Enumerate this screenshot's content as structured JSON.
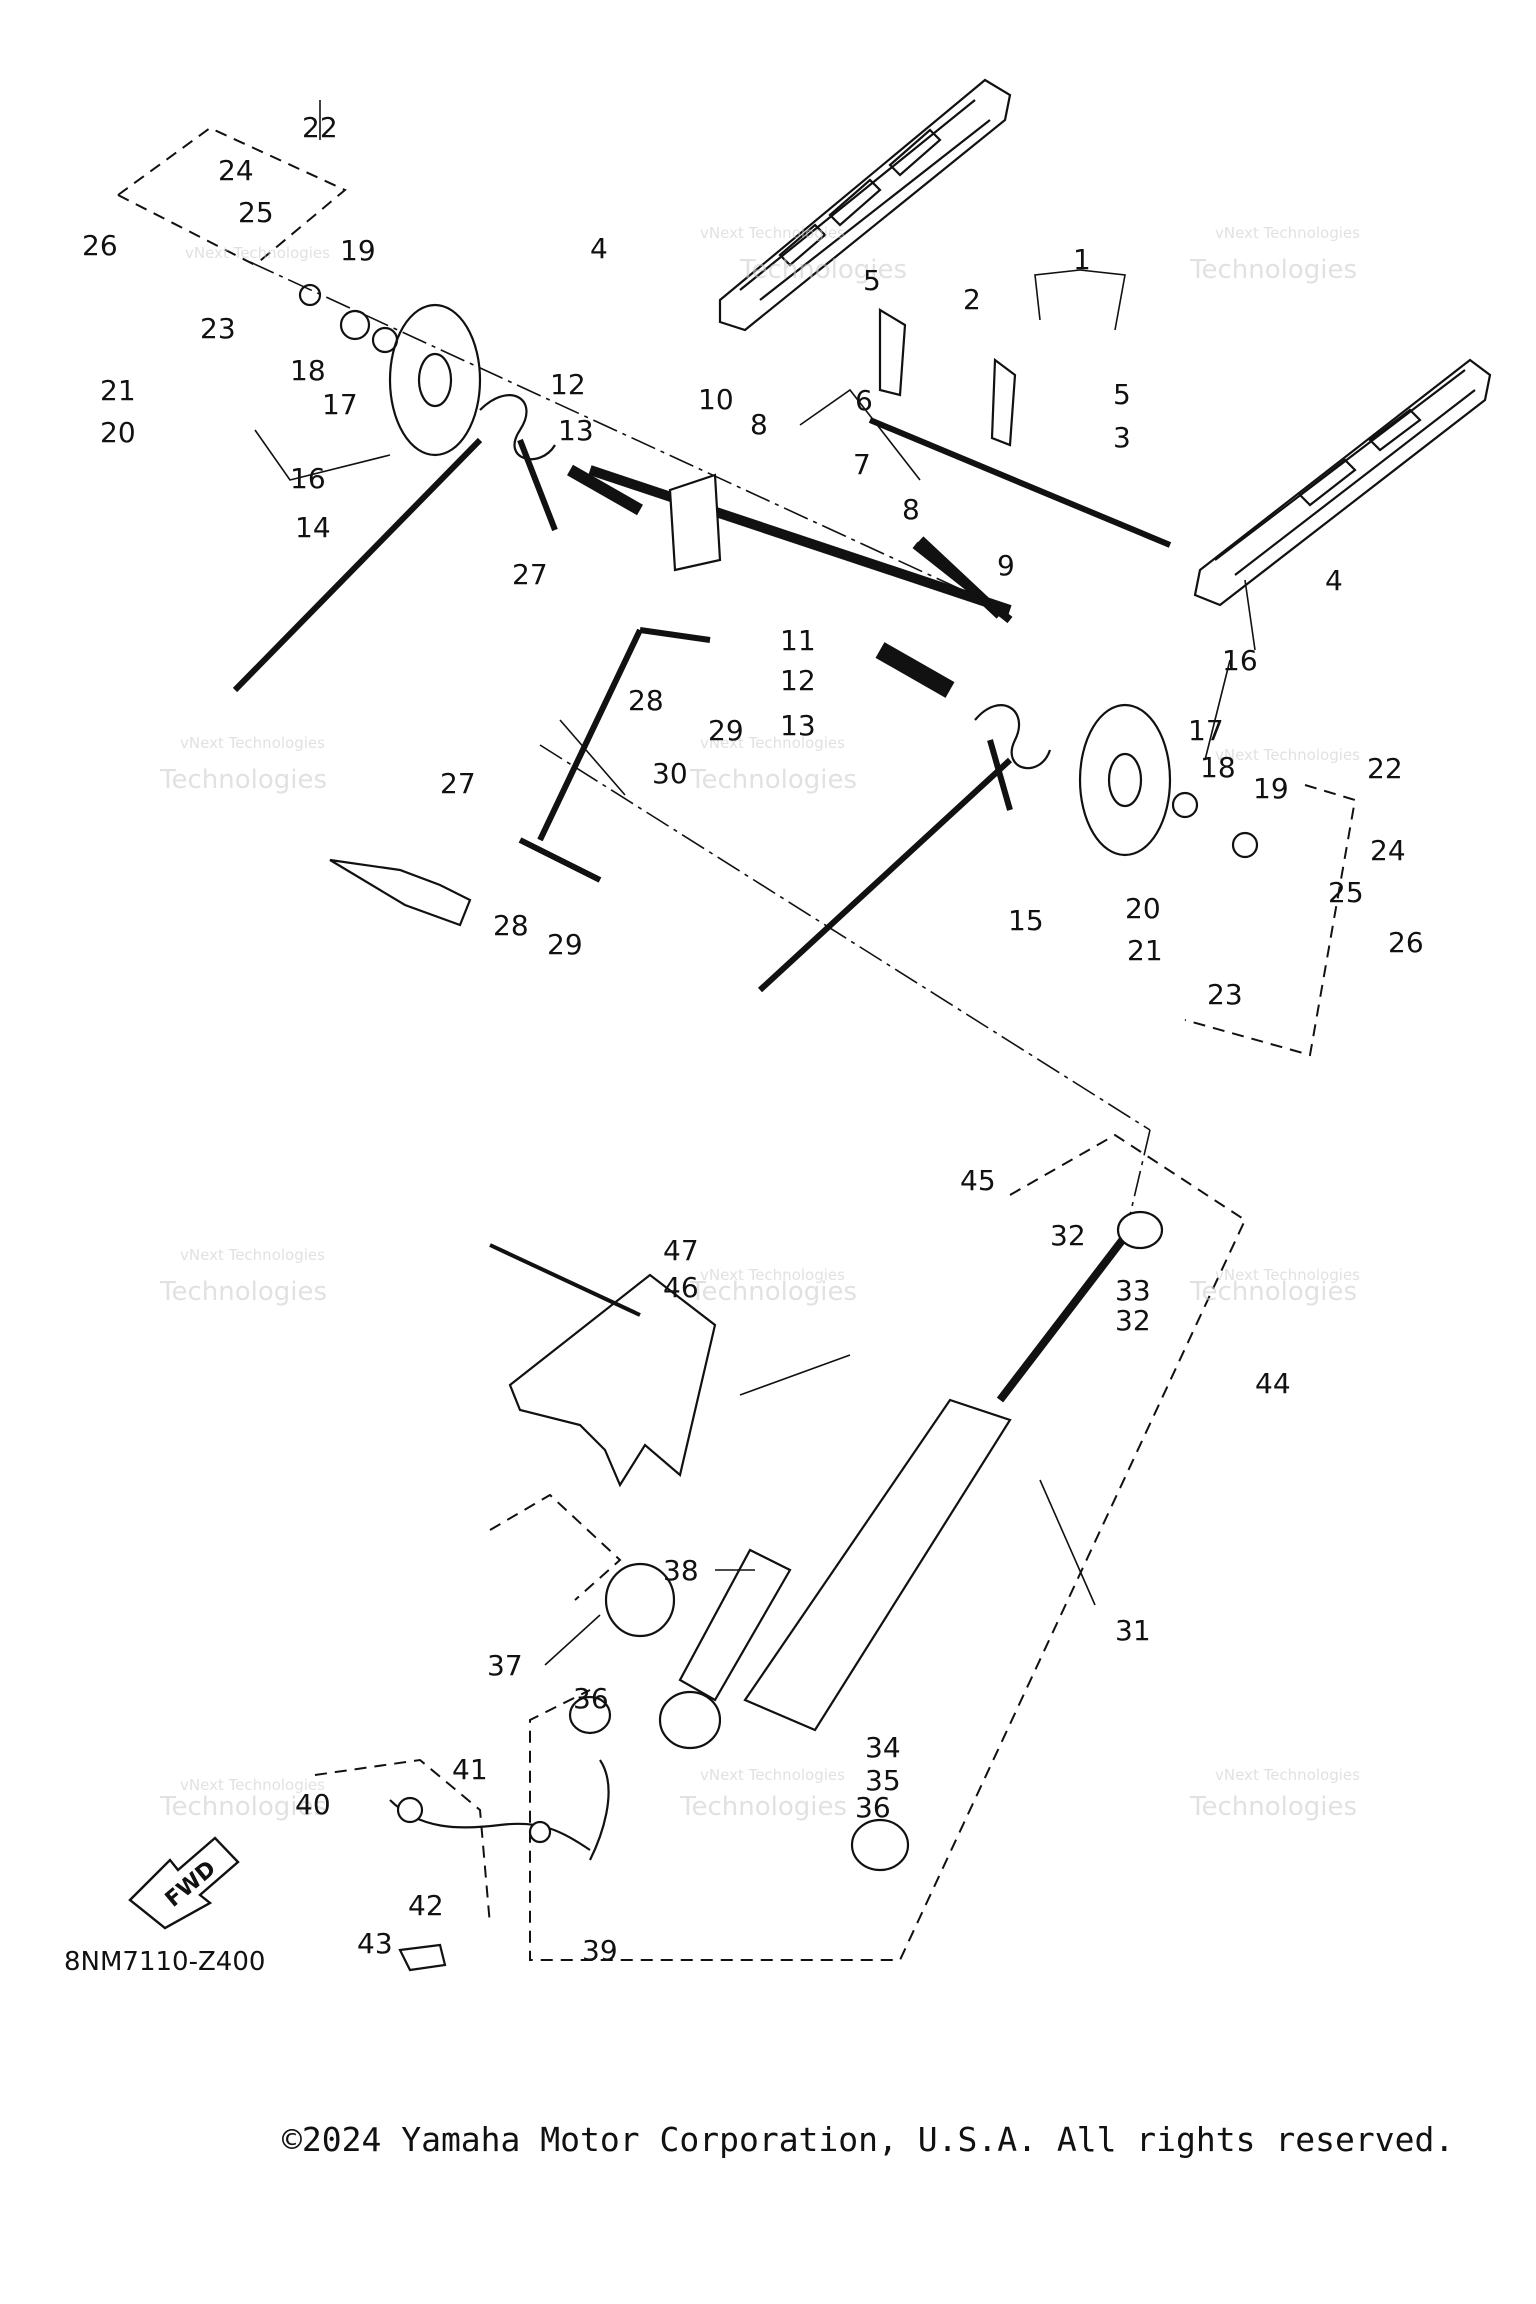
{
  "diagram": {
    "code": "8NM7110-Z400",
    "copyright": "©2024 Yamaha Motor Corporation, U.S.A. All rights reserved.",
    "fwd_label": "FWD",
    "watermark": {
      "line1": "vNext Technologies",
      "line2": "Technologies",
      "line3": "vNext"
    },
    "callouts": [
      "1",
      "2",
      "3",
      "4",
      "4",
      "5",
      "5",
      "6",
      "7",
      "8",
      "8",
      "9",
      "10",
      "11",
      "12",
      "12",
      "13",
      "13",
      "14",
      "15",
      "16",
      "16",
      "17",
      "17",
      "18",
      "18",
      "19",
      "19",
      "20",
      "20",
      "21",
      "21",
      "22",
      "22",
      "23",
      "23",
      "24",
      "24",
      "25",
      "25",
      "26",
      "26",
      "27",
      "27",
      "28",
      "28",
      "29",
      "29",
      "30",
      "31",
      "32",
      "32",
      "33",
      "34",
      "35",
      "36",
      "36",
      "37",
      "38",
      "39",
      "40",
      "41",
      "42",
      "43",
      "44",
      "45",
      "46",
      "47"
    ]
  }
}
